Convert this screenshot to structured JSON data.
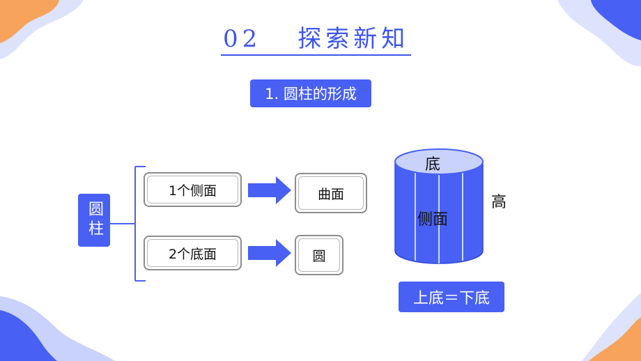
{
  "header": {
    "section_number": "02",
    "section_title": "探索新知"
  },
  "section_badge": "1. 圆柱的形成",
  "diagram": {
    "concept": "圆柱",
    "parts": [
      {
        "source": "1个侧面",
        "result": "曲面"
      },
      {
        "source": "2个底面",
        "result": "圆"
      }
    ]
  },
  "cylinder": {
    "top_label": "底",
    "side_label": "侧面",
    "height_label": "高"
  },
  "equation_badge": "上底＝下底",
  "colors": {
    "accent_blue": "#4960f4",
    "title_blue": "#3d55ee",
    "deco_orange": "#f7a35c",
    "deco_lavender": "#c9d2fb"
  }
}
